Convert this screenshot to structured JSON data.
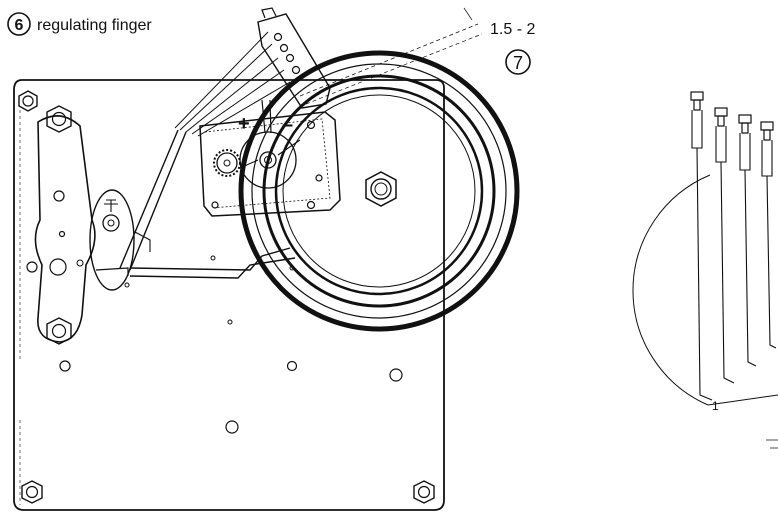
{
  "callouts": {
    "regulating_finger": {
      "number": "6",
      "text": "regulating finger"
    },
    "adjustment_7": {
      "number": "7"
    },
    "gap_range": "1.5 - 2"
  },
  "regulator_marks": {
    "plus": "+",
    "minus": "–"
  },
  "right_detail": {
    "label": "1"
  }
}
